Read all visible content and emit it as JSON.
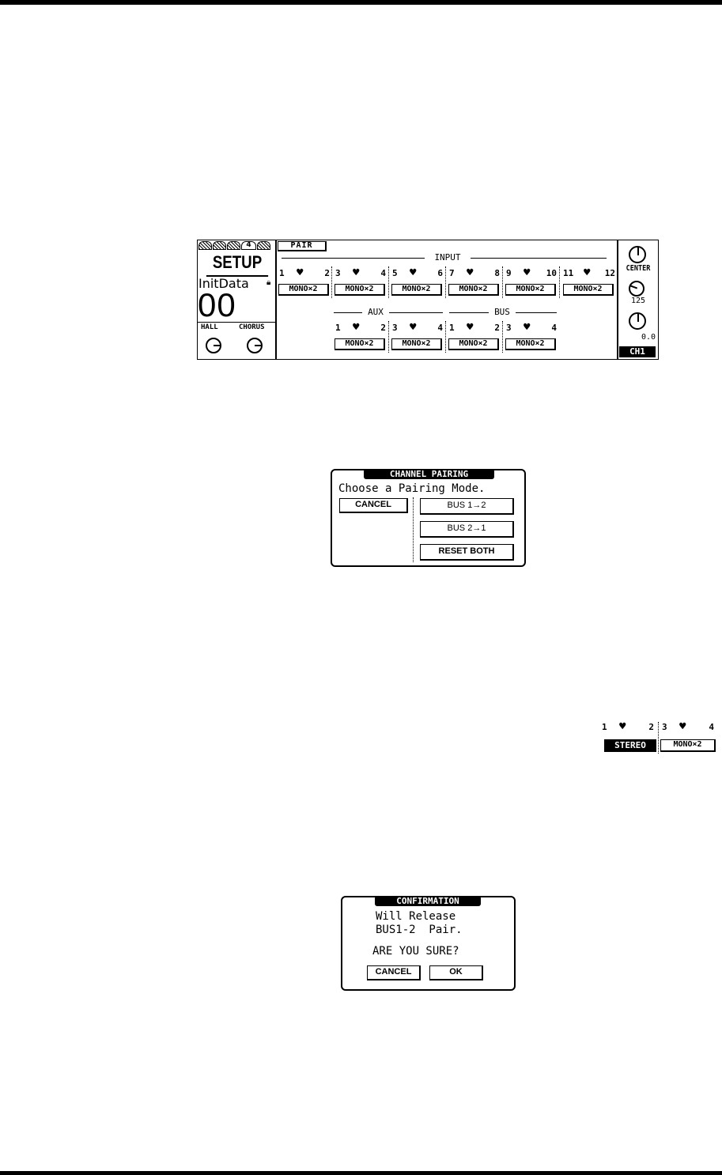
{
  "setup_screen": {
    "page_tabs": [
      "",
      "",
      "",
      "4",
      ""
    ],
    "title": "SETUP",
    "scene_name": "InitData",
    "scene_number": "00",
    "knobs": [
      {
        "label": "HALL",
        "icon": "knob-icon"
      },
      {
        "label": "CHORUS",
        "icon": "knob-icon"
      }
    ],
    "tab_label": "PAIR",
    "input_label": "INPUT",
    "input_pairs": [
      {
        "left": "1",
        "right": "2",
        "mode": "MONO×2",
        "icon": "broken-heart-icon"
      },
      {
        "left": "3",
        "right": "4",
        "mode": "MONO×2",
        "icon": "broken-heart-icon"
      },
      {
        "left": "5",
        "right": "6",
        "mode": "MONO×2",
        "icon": "broken-heart-icon"
      },
      {
        "left": "7",
        "right": "8",
        "mode": "MONO×2",
        "icon": "broken-heart-icon"
      },
      {
        "left": "9",
        "right": "10",
        "mode": "MONO×2",
        "icon": "broken-heart-icon"
      },
      {
        "left": "11",
        "right": "12",
        "mode": "MONO×2",
        "icon": "broken-heart-icon"
      }
    ],
    "aux_label": "AUX",
    "aux_pairs": [
      {
        "left": "1",
        "right": "2",
        "mode": "MONO×2",
        "icon": "broken-heart-icon"
      },
      {
        "left": "3",
        "right": "4",
        "mode": "MONO×2",
        "icon": "broken-heart-icon"
      }
    ],
    "bus_label": "BUS",
    "bus_pairs": [
      {
        "left": "1",
        "right": "2",
        "mode": "MONO×2",
        "icon": "broken-heart-icon"
      },
      {
        "left": "3",
        "right": "4",
        "mode": "MONO×2",
        "icon": "broken-heart-icon"
      }
    ],
    "right_panel": {
      "pan_label": "CENTER",
      "value_125": "125",
      "value_00": "0.0",
      "channel": "CH1"
    }
  },
  "pairing_dialog": {
    "title": "CHANNEL PAIRING",
    "prompt": "Choose a Pairing Mode.",
    "cancel": "CANCEL",
    "bus12": "BUS 1→2",
    "bus21": "BUS 2→1",
    "reset": "RESET BOTH"
  },
  "pair_example": {
    "pair1": {
      "left": "1",
      "right": "2",
      "mode": "STEREO",
      "icon": "heart-icon"
    },
    "pair2": {
      "left": "3",
      "right": "4",
      "mode": "MONO×2",
      "icon": "broken-heart-icon"
    }
  },
  "confirm_dialog": {
    "title": "CONFIRMATION",
    "line1": "Will Release",
    "line2": "BUS1-2  Pair.",
    "question": "ARE YOU SURE?",
    "cancel": "CANCEL",
    "ok": "OK"
  }
}
